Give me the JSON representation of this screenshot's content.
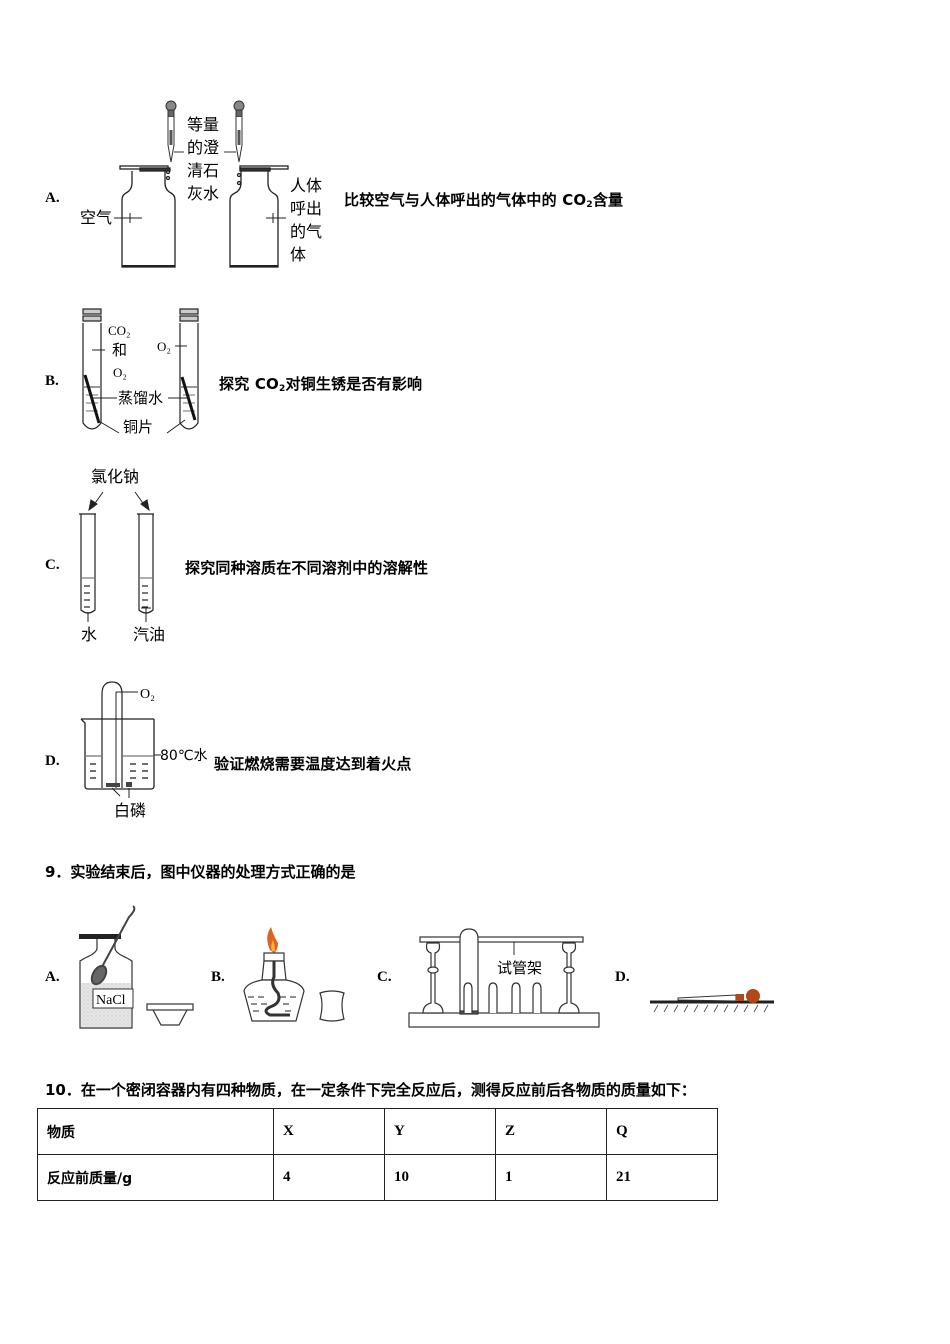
{
  "q8_options": [
    {
      "letter": "A.",
      "caption_pre": "比较空气与人体呼出的气体中的 CO",
      "caption_sub": "2",
      "caption_post": "含量",
      "figure_labels": {
        "dropper_label": [
          "等量",
          "的澄",
          "清石",
          "灰水"
        ],
        "left_bottle": "空气",
        "right_bottle": [
          "人体",
          "呼出",
          "的气",
          "体"
        ]
      }
    },
    {
      "letter": "B.",
      "caption_pre": "探究 CO",
      "caption_sub": "2",
      "caption_post": "对铜生锈是否有影响",
      "figure_labels": {
        "left_gas_1": "CO₂",
        "left_gas_2": "和",
        "left_gas_3": "O₂",
        "right_gas": "O₂",
        "water": "蒸馏水",
        "copper": "铜片"
      }
    },
    {
      "letter": "C.",
      "caption": "探究同种溶质在不同溶剂中的溶解性",
      "figure_labels": {
        "solute": "氯化钠",
        "left_solvent": "水",
        "right_solvent": "汽油"
      }
    },
    {
      "letter": "D.",
      "caption": "验证燃烧需要温度达到着火点",
      "figure_labels": {
        "gas": "O₂",
        "water": "80℃水",
        "phosphorus": "白磷"
      }
    }
  ],
  "q9": {
    "question": "9．实验结束后，图中仪器的处理方式正确的是",
    "options": [
      {
        "letter": "A.",
        "label": "NaCl"
      },
      {
        "letter": "B."
      },
      {
        "letter": "C.",
        "label": "试管架"
      },
      {
        "letter": "D."
      }
    ]
  },
  "q10": {
    "question": "10．在一个密闭容器内有四种物质，在一定条件下完全反应后，测得反应前后各物质的质量如下：",
    "table": {
      "header": [
        "物质",
        "X",
        "Y",
        "Z",
        "Q"
      ],
      "rows": [
        [
          "反应前质量/g",
          "4",
          "10",
          "1",
          "21"
        ]
      ]
    }
  },
  "colors": {
    "flame": "#e0641e",
    "rubber_bulb": "#b4471a",
    "text": "#000000"
  }
}
